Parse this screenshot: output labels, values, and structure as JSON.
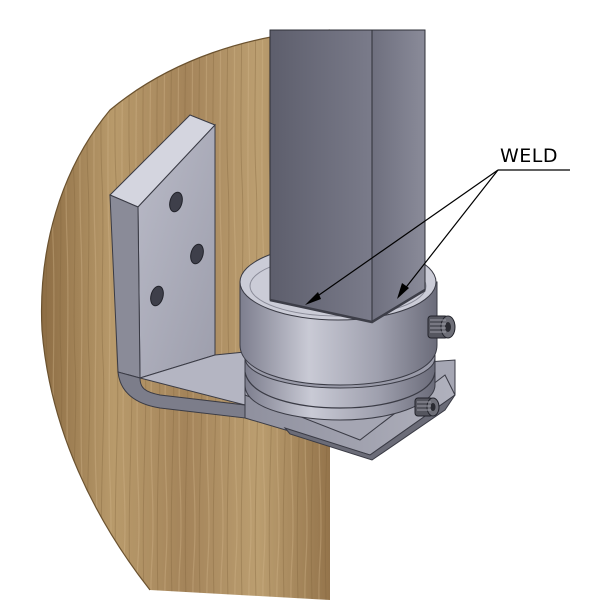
{
  "annotation": {
    "label": "WELD"
  },
  "colors": {
    "wood": "#a98a5c",
    "steel": "#8e8fa0",
    "steel_dark": "#4a4b58",
    "steel_light": "#c3c4d0",
    "leader": "#000000"
  },
  "icons": {
    "screw_upper": "hex-socket-set-screw",
    "screw_lower": "hex-socket-set-screw"
  }
}
